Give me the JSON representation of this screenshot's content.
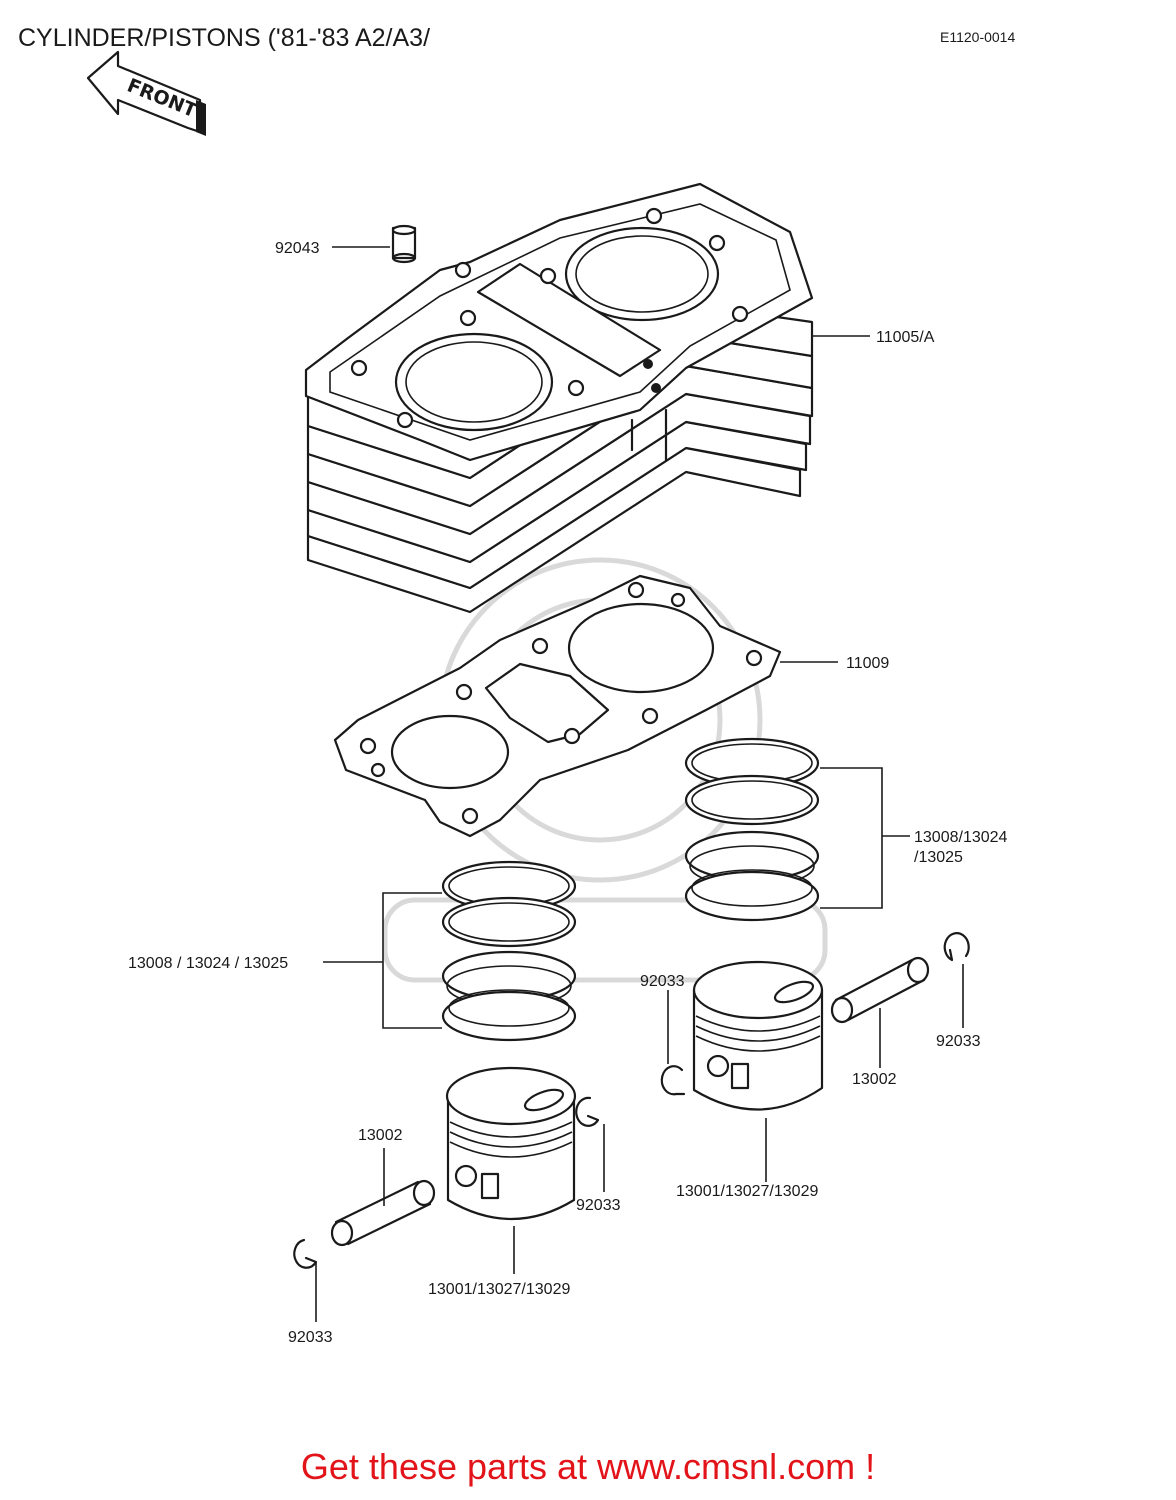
{
  "header": {
    "title": "CYLINDER/PISTONS ('81-'83 A2/A3/",
    "diagram_code": "E1120-0014",
    "front_arrow_label": "FRONT"
  },
  "parts": {
    "dowel_pin": "92043",
    "cylinder": "11005/A",
    "cylinder_gasket": "11009",
    "ring_set_right": "13008/13024",
    "ring_set_right_line2": "/13025",
    "ring_set_left": "13008 / 13024 / 13025",
    "snap_ring_center": "92033",
    "snap_ring_right": "92033",
    "piston_pin_right": "13002",
    "piston_right": "13001/13027/13029",
    "piston_pin_left": "13002",
    "snap_ring_left_upper": "92033",
    "piston_left": "13001/13027/13029",
    "snap_ring_left_lower": "92033"
  },
  "footer": {
    "link_text": "Get these parts at www.cmsnl.com !"
  },
  "colors": {
    "line": "#1a1a1a",
    "footer_red": "#e3131a",
    "watermark": "#d9d9d9"
  },
  "icons": {
    "front_arrow": "front-arrow-icon"
  }
}
